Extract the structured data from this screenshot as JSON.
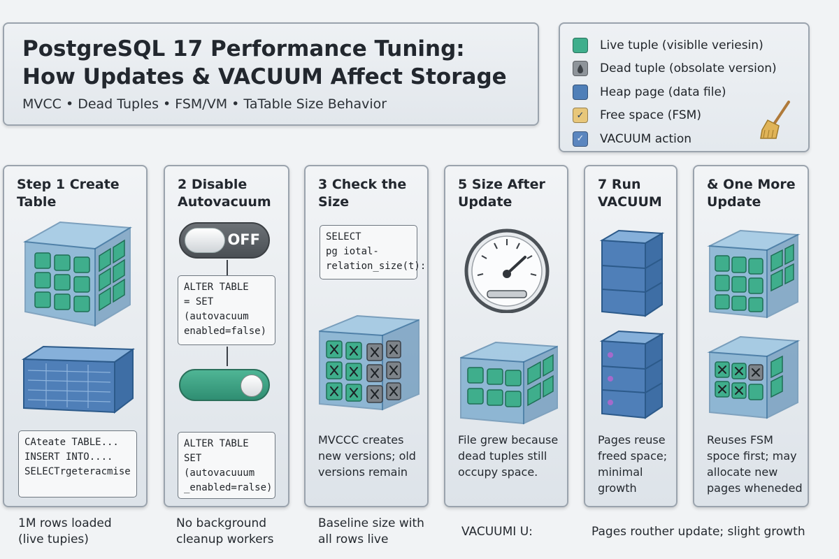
{
  "header": {
    "title_line1": "PostgreSQL 17 Performance Tuning:",
    "title_line2": "How Updates & VACUUM Affect Storage",
    "subtitle": "MVCC • Dead Tuples • FSM/VM • TaTable Size Behavior"
  },
  "legend": {
    "items": [
      {
        "label": "Live tuple (visiblle veriesin)",
        "color": "#3fae8c",
        "icon": ""
      },
      {
        "label": "Dead tuple (obsolate version)",
        "color": "#8e949a",
        "icon": "🜄"
      },
      {
        "label": "Heap page (data file)",
        "color": "#4f7fb8",
        "icon": ""
      },
      {
        "label": "Free space (FSM)",
        "color": "#e8c77a",
        "icon": "✓"
      },
      {
        "label": "VACUUM action",
        "color": "#5b86bf",
        "icon": "✓"
      }
    ],
    "broom_icon": "broom-icon"
  },
  "steps": [
    {
      "title": "Step 1 Create Table",
      "code": "CAteate TABLE...\nINSERT INTO....\nSELECTrgeteracmise",
      "caption": "1M rows loaded\n(live tupies)"
    },
    {
      "title": "2 Disable Autovacuum",
      "toggle_label": "OFF",
      "code1": "ALTER TABLE\n= SET\n(autovacuum\nenabled=false)",
      "code2": "ALTER TABLE\nSET\n(autovacuuum\n_enabled=ralse)",
      "caption": "No background\ncleanup workers"
    },
    {
      "title": "3 Check the Size",
      "code": "SELECT\npg iotal-\nrelation_size(t):",
      "desc": "MVCCC creates new versions; old versions remain",
      "caption": "Baseline size with\nall rows live"
    },
    {
      "title": "5 Size After Update",
      "desc": "File grew because dead tuples still occupy space.",
      "caption": "VACUUMI U:"
    },
    {
      "title": "7 Run VACUUM",
      "desc": "Pages reuse freed space; minimal growth"
    },
    {
      "title": "& One More Update",
      "desc": "Reuses FSM spoce first; may allocate new pages wheneded"
    }
  ],
  "bottom_caption": "Pages routher update; slight growth",
  "colors": {
    "live": "#3fae8c",
    "dead": "#8e949a",
    "heap": "#4f7fb8",
    "free": "#e8c77a"
  }
}
